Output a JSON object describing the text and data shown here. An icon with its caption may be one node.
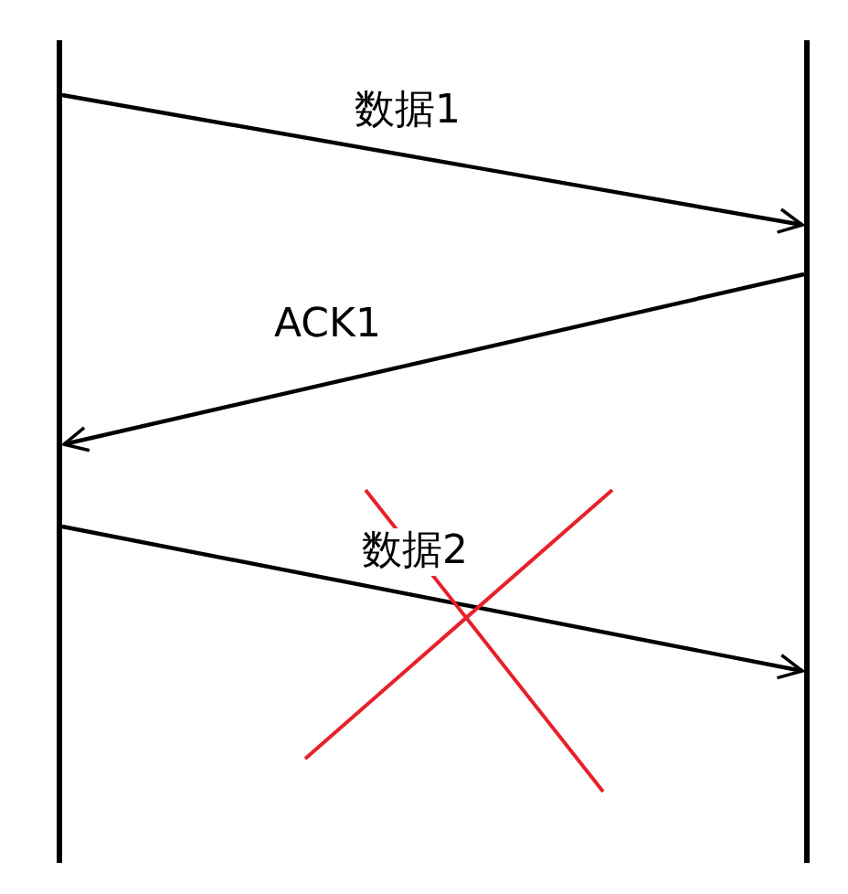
{
  "diagram": {
    "nodes": [
      {
        "text": [],
        "shape": "bar"
      },
      {
        "text": [],
        "shape": "bar"
      }
    ],
    "edges": [
      {
        "from": 0,
        "to": 1,
        "arrow": "to",
        "label": "数据1"
      },
      {
        "from": 1,
        "to": 0,
        "arrow": "to",
        "label": "ACK1"
      },
      {
        "from": 0,
        "to": 1,
        "arrow": "to",
        "label": "数据2"
      }
    ]
  }
}
